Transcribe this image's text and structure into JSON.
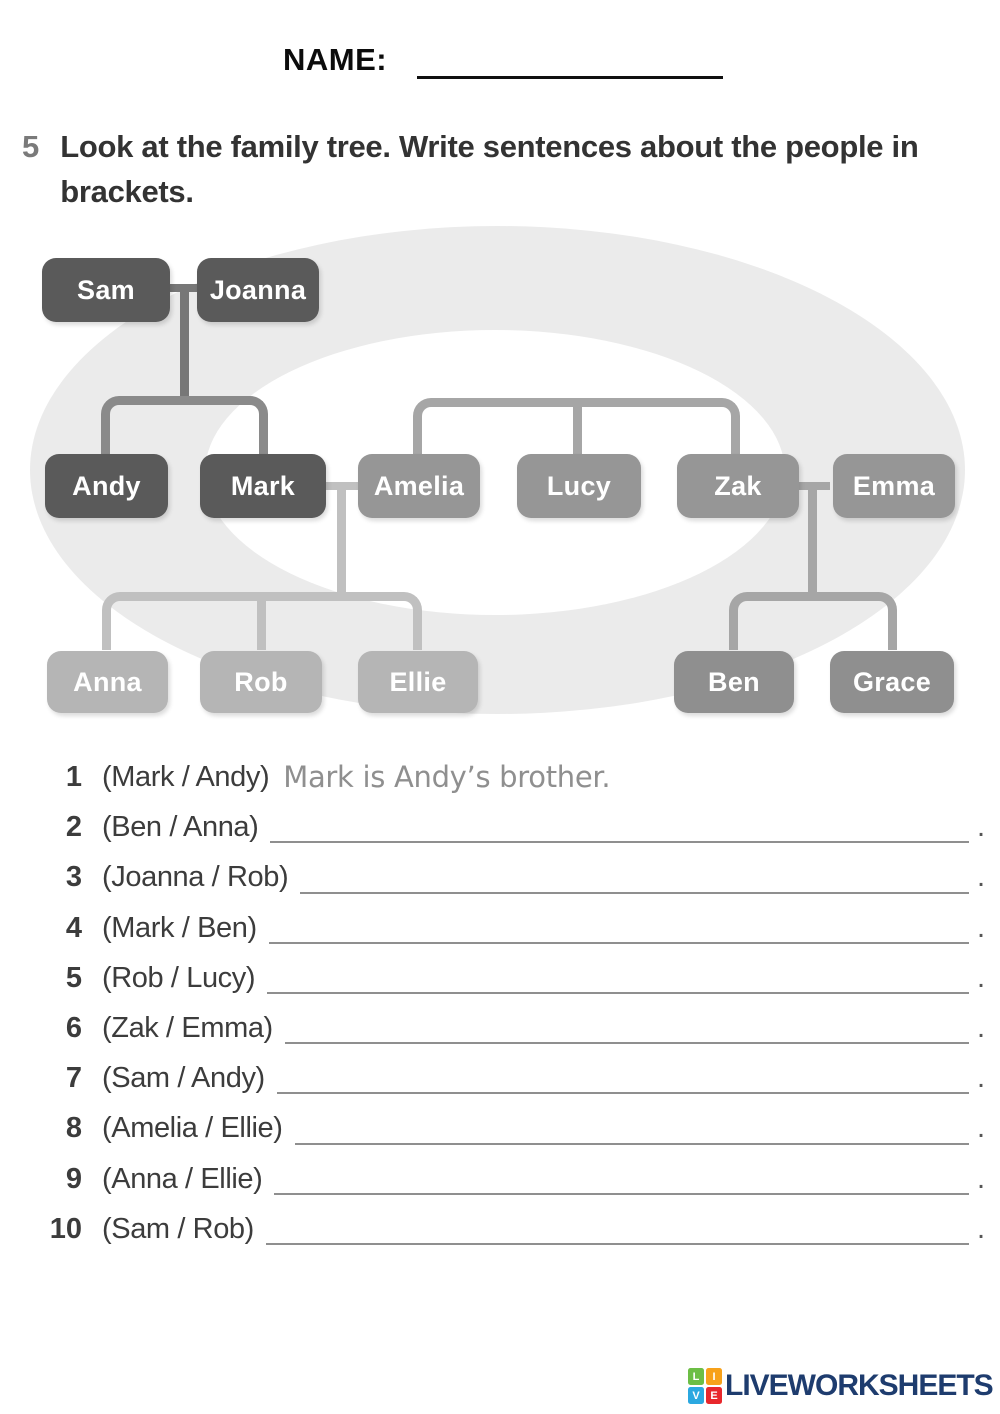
{
  "header": {
    "name_label": "NAME:"
  },
  "exercise": {
    "number": "5",
    "instructions": "Look at the family tree. Write sentences about the people in brackets."
  },
  "tree": {
    "boxes": {
      "sam": "Sam",
      "joanna": "Joanna",
      "andy": "Andy",
      "mark": "Mark",
      "amelia": "Amelia",
      "lucy": "Lucy",
      "zak": "Zak",
      "emma": "Emma",
      "anna": "Anna",
      "rob": "Rob",
      "ellie": "Ellie",
      "ben": "Ben",
      "grace": "Grace"
    }
  },
  "questions": [
    {
      "num": "1",
      "prompt": "(Mark / Andy)",
      "answer": "Mark is Andy’s brother."
    },
    {
      "num": "2",
      "prompt": "(Ben / Anna)",
      "end": "."
    },
    {
      "num": "3",
      "prompt": "(Joanna / Rob)",
      "end": "."
    },
    {
      "num": "4",
      "prompt": "(Mark / Ben)",
      "end": "."
    },
    {
      "num": "5",
      "prompt": "(Rob / Lucy)",
      "end": "."
    },
    {
      "num": "6",
      "prompt": "(Zak / Emma)",
      "end": "."
    },
    {
      "num": "7",
      "prompt": "(Sam / Andy)",
      "end": "."
    },
    {
      "num": "8",
      "prompt": "(Amelia / Ellie)",
      "end": "."
    },
    {
      "num": "9",
      "prompt": "(Anna / Ellie)",
      "end": "."
    },
    {
      "num": "10",
      "prompt": "(Sam / Rob)",
      "end": "."
    }
  ],
  "footer": {
    "brand": "LIVEWORKSHEETS",
    "tiles": [
      {
        "letter": "L"
      },
      {
        "letter": "I"
      },
      {
        "letter": "V"
      },
      {
        "letter": "E"
      }
    ]
  },
  "colors": {
    "box_dark": "#5a5a5a",
    "box_medium": "#969696",
    "box_light": "#b5b5b5",
    "box_text": "#ffffff",
    "trunk": "#777777",
    "bracket_dark": "#8a8a8a",
    "bracket_medium": "#a6a6a6",
    "bracket_light": "#c0c0c0",
    "ellipse": "#ebebeb",
    "answer_gray": "#8f8f8f",
    "line_gray": "#8f8f8f",
    "brand_navy": "#1e3c6e",
    "logo_green": "#6cbe45",
    "logo_orange": "#f7a11a",
    "logo_blue": "#2ba8e0",
    "logo_red": "#e8272c"
  }
}
